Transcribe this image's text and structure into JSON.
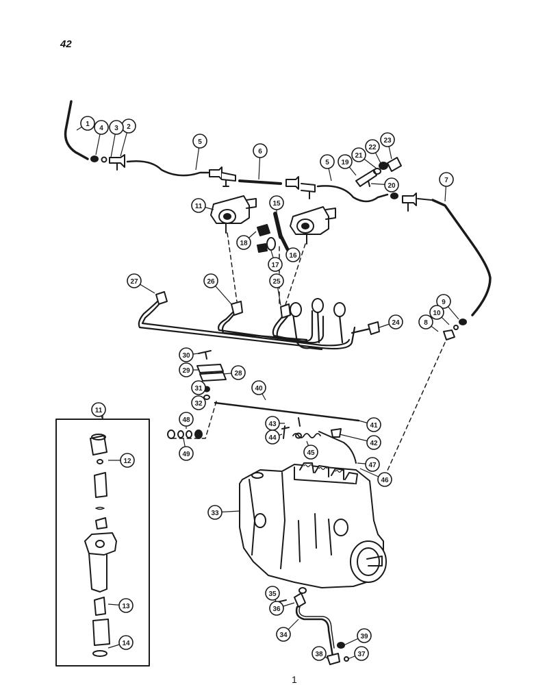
{
  "page_number": "42",
  "footer_mark": "1",
  "callouts": [
    "1",
    "2",
    "3",
    "4",
    "5",
    "5",
    "6",
    "7",
    "8",
    "9",
    "10",
    "11",
    "11",
    "12",
    "13",
    "14",
    "15",
    "16",
    "17",
    "18",
    "19",
    "20",
    "21",
    "22",
    "23",
    "24",
    "25",
    "26",
    "27",
    "28",
    "29",
    "30",
    "31",
    "32",
    "33",
    "34",
    "35",
    "36",
    "37",
    "38",
    "39",
    "40",
    "41",
    "42",
    "43",
    "44",
    "45",
    "46",
    "47",
    "48",
    "49"
  ],
  "colors": {
    "ink": "#1a1a1a",
    "background": "#ffffff"
  }
}
